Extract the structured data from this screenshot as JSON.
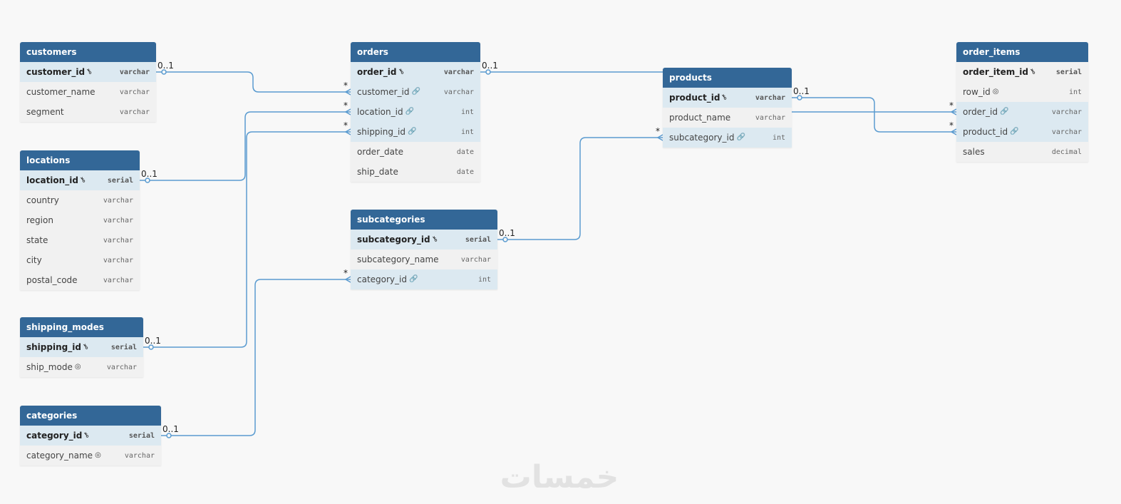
{
  "tables": [
    {
      "id": "customers",
      "name": "customers",
      "fields": [
        {
          "name": "customer_id",
          "type": "varchar",
          "pk": true,
          "icon": "key-icon"
        },
        {
          "name": "customer_name",
          "type": "varchar"
        },
        {
          "name": "segment",
          "type": "varchar"
        }
      ]
    },
    {
      "id": "locations",
      "name": "locations",
      "fields": [
        {
          "name": "location_id",
          "type": "serial",
          "pk": true,
          "icon": "key-icon"
        },
        {
          "name": "country",
          "type": "varchar"
        },
        {
          "name": "region",
          "type": "varchar"
        },
        {
          "name": "state",
          "type": "varchar"
        },
        {
          "name": "city",
          "type": "varchar"
        },
        {
          "name": "postal_code",
          "type": "varchar"
        }
      ]
    },
    {
      "id": "shipping_modes",
      "name": "shipping_modes",
      "fields": [
        {
          "name": "shipping_id",
          "type": "serial",
          "pk": true,
          "icon": "key-icon"
        },
        {
          "name": "ship_mode",
          "type": "varchar",
          "icon": "fingerprint-icon"
        }
      ]
    },
    {
      "id": "categories",
      "name": "categories",
      "fields": [
        {
          "name": "category_id",
          "type": "serial",
          "pk": true,
          "icon": "key-icon"
        },
        {
          "name": "category_name",
          "type": "varchar",
          "icon": "fingerprint-icon"
        }
      ]
    },
    {
      "id": "orders",
      "name": "orders",
      "fields": [
        {
          "name": "order_id",
          "type": "varchar",
          "pk": true,
          "icon": "key-icon"
        },
        {
          "name": "customer_id",
          "type": "varchar",
          "fk": true,
          "icon": "link-icon"
        },
        {
          "name": "location_id",
          "type": "int",
          "fk": true,
          "icon": "link-icon"
        },
        {
          "name": "shipping_id",
          "type": "int",
          "fk": true,
          "icon": "link-icon"
        },
        {
          "name": "order_date",
          "type": "date"
        },
        {
          "name": "ship_date",
          "type": "date"
        }
      ]
    },
    {
      "id": "subcategories",
      "name": "subcategories",
      "fields": [
        {
          "name": "subcategory_id",
          "type": "serial",
          "pk": true,
          "icon": "key-icon"
        },
        {
          "name": "subcategory_name",
          "type": "varchar"
        },
        {
          "name": "category_id",
          "type": "int",
          "fk": true,
          "icon": "link-icon"
        }
      ]
    },
    {
      "id": "products",
      "name": "products",
      "fields": [
        {
          "name": "product_id",
          "type": "varchar",
          "pk": true,
          "icon": "key-icon"
        },
        {
          "name": "product_name",
          "type": "varchar"
        },
        {
          "name": "subcategory_id",
          "type": "int",
          "fk": true,
          "icon": "link-icon"
        }
      ]
    },
    {
      "id": "order_items",
      "name": "order_items",
      "fields": [
        {
          "name": "order_item_id",
          "type": "serial",
          "pk": true,
          "icon": "key-icon"
        },
        {
          "name": "row_id",
          "type": "int",
          "icon": "fingerprint-icon"
        },
        {
          "name": "order_id",
          "type": "varchar",
          "fk": true,
          "icon": "link-icon"
        },
        {
          "name": "product_id",
          "type": "varchar",
          "fk": true,
          "icon": "link-icon"
        },
        {
          "name": "sales",
          "type": "decimal"
        }
      ]
    }
  ],
  "relationships": [
    {
      "from_table": "customers",
      "from_field": "customer_id",
      "from_card": "0..1",
      "to_table": "orders",
      "to_field": "customer_id",
      "to_card": "*"
    },
    {
      "from_table": "locations",
      "from_field": "location_id",
      "from_card": "0..1",
      "to_table": "orders",
      "to_field": "location_id",
      "to_card": "*"
    },
    {
      "from_table": "shipping_modes",
      "from_field": "shipping_id",
      "from_card": "0..1",
      "to_table": "orders",
      "to_field": "shipping_id",
      "to_card": "*"
    },
    {
      "from_table": "categories",
      "from_field": "category_id",
      "from_card": "0..1",
      "to_table": "subcategories",
      "to_field": "category_id",
      "to_card": "*"
    },
    {
      "from_table": "subcategories",
      "from_field": "subcategory_id",
      "from_card": "0..1",
      "to_table": "products",
      "to_field": "subcategory_id",
      "to_card": "*"
    },
    {
      "from_table": "orders",
      "from_field": "order_id",
      "from_card": "0..1",
      "to_table": "order_items",
      "to_field": "order_id",
      "to_card": "*"
    },
    {
      "from_table": "products",
      "from_field": "product_id",
      "from_card": "0..1",
      "to_table": "order_items",
      "to_field": "product_id",
      "to_card": "*"
    }
  ],
  "watermark": "خمسات",
  "colors": {
    "header": "#336797",
    "line": "#5a9bd0",
    "row": "#f1f1f1",
    "row_highlight": "#dce9f1",
    "background": "#f8f8f8"
  }
}
